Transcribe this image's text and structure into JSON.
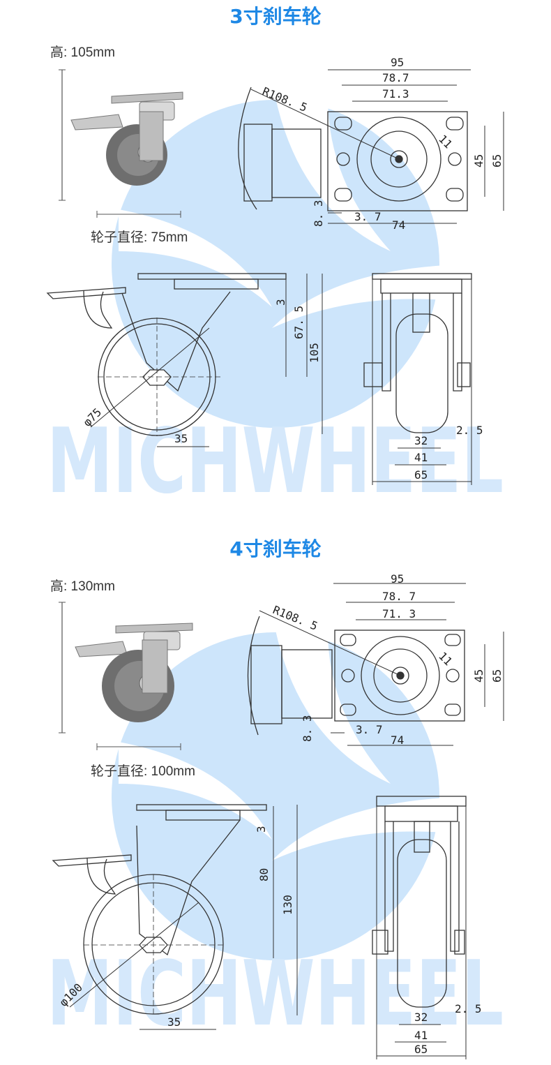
{
  "brand": {
    "accent": "#1e88e5",
    "watermark": "MICHWHEEL",
    "watermark_color": "#d5e8fb"
  },
  "sections": [
    {
      "title": "3寸刹车轮",
      "height_label": "高: 105mm",
      "wheel_label": "轮子直径: 75mm",
      "top_view": {
        "overall_width": "95",
        "hole_span_outer": "78.7",
        "hole_span_inner": "71.3",
        "swivel_radius": "R108. 5",
        "hole_dia": "11",
        "plate_width": "45",
        "plate_height": "65",
        "offset_a": "8. 3",
        "offset_b": "3. 7",
        "plate_length": "74"
      },
      "side_view": {
        "plate_thk": "3",
        "axle_height": "67. 5",
        "total_height": "105",
        "wheel_dia": "φ75",
        "eccentric": "35"
      },
      "front_view": {
        "tread": "32",
        "hub": "41",
        "bracket": "65",
        "gap": "2. 5"
      }
    },
    {
      "title": "4寸刹车轮",
      "height_label": "高: 130mm",
      "wheel_label": "轮子直径: 100mm",
      "top_view": {
        "overall_width": "95",
        "hole_span_outer": "78. 7",
        "hole_span_inner": "71. 3",
        "swivel_radius": "R108. 5",
        "hole_dia": "11",
        "plate_width": "45",
        "plate_height": "65",
        "offset_a": "8. 3",
        "offset_b": "3. 7",
        "plate_length": "74"
      },
      "side_view": {
        "plate_thk": "3",
        "axle_height": "80",
        "total_height": "130",
        "wheel_dia": "φ100",
        "eccentric": "35"
      },
      "front_view": {
        "tread": "32",
        "hub": "41",
        "bracket": "65",
        "gap": "2. 5"
      }
    }
  ]
}
